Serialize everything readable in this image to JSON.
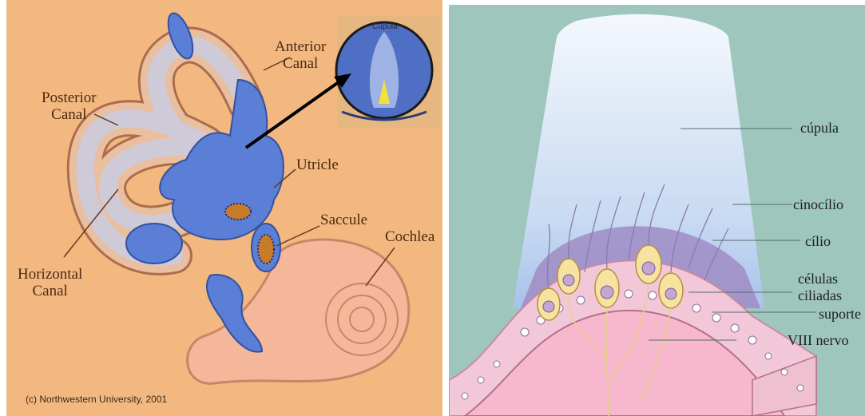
{
  "left_diagram": {
    "labels": {
      "anterior_canal": [
        "Anterior",
        "Canal"
      ],
      "posterior_canal": [
        "Posterior",
        "Canal"
      ],
      "horizontal_canal": [
        "Horizontal",
        "Canal"
      ],
      "utricle": "Utricle",
      "saccule": "Saccule",
      "cochlea": "Cochlea",
      "cupula_inset": "Cupula"
    },
    "copyright": "(c) Northwestern University, 2001"
  },
  "right_diagram": {
    "labels": {
      "cupula": "cúpula",
      "cinocilio": "cinocílio",
      "cilio": "cílio",
      "celulas": "células",
      "ciliadas": "ciliadas",
      "suporte": "suporte",
      "nervo": "VIII nervo"
    }
  },
  "colors": {
    "left_background": "#f2b880",
    "right_background": "#9ec6bc",
    "membrane_blue": "#5b7fd6",
    "cochlea_pink": "#f5b79a",
    "cupula_white": "#e9f2fb"
  }
}
